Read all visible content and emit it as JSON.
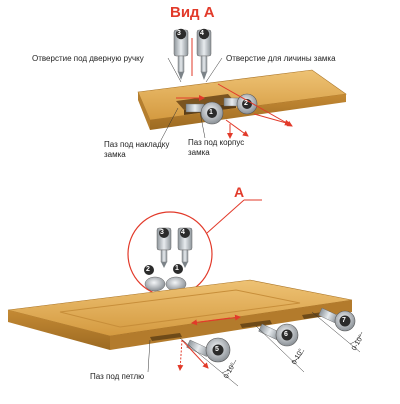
{
  "view_title": "Вид А",
  "callout_letter": "А",
  "labels": {
    "door_handle_hole": "Отверстие под дверную ручку",
    "lock_cylinder_hole": "Отверстие для личины замка",
    "lock_plate_slot_line1": "Паз под накладку",
    "lock_plate_slot_line2": "замка",
    "lock_body_slot_line1": "Паз под корпус",
    "lock_body_slot_line2": "замка",
    "hinge_slot": "Паз под петлю"
  },
  "tool_numbers": [
    "1",
    "2",
    "3",
    "4",
    "5",
    "6",
    "7"
  ],
  "angles": [
    "0-10°",
    "0-10°",
    "0-10°"
  ],
  "colors": {
    "accent_red": "#e23a2a",
    "wood": "#e3b25c",
    "wood_dark": "#b9812c",
    "cutter_grey": "#9aa0a6"
  }
}
